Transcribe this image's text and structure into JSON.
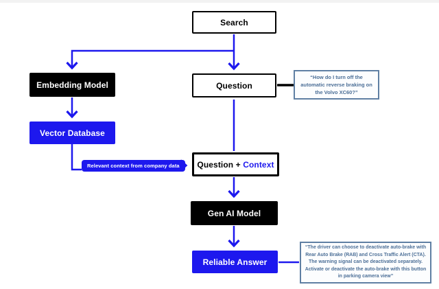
{
  "colors": {
    "blue": "#1d18ee",
    "black": "#000000",
    "slate_border": "#5f7fa3",
    "slate_text": "#4c6f97"
  },
  "nodes": {
    "search": {
      "label": "Search"
    },
    "embedding_model": {
      "label": "Embedding Model"
    },
    "question": {
      "label": "Question"
    },
    "vector_database": {
      "label": "Vector Database"
    },
    "context_pill": {
      "label": "Relevant context from company data"
    },
    "question_context": {
      "label_prefix": "Question + ",
      "label_accent": "Context"
    },
    "gen_ai_model": {
      "label": "Gen AI Model"
    },
    "reliable_answer": {
      "label": "Reliable Answer"
    }
  },
  "callouts": {
    "question_quote": "“How do I turn off the automatic reverse braking on the Volvo XC60?”",
    "answer_quote": "“The driver can choose to deactivate auto-brake with Rear Auto Brake (RAB) and Cross Traffic Alert (CTA). The warning signal can be deactivated separately. Activate or deactivate the auto-brake with this button in parking camera view”"
  }
}
